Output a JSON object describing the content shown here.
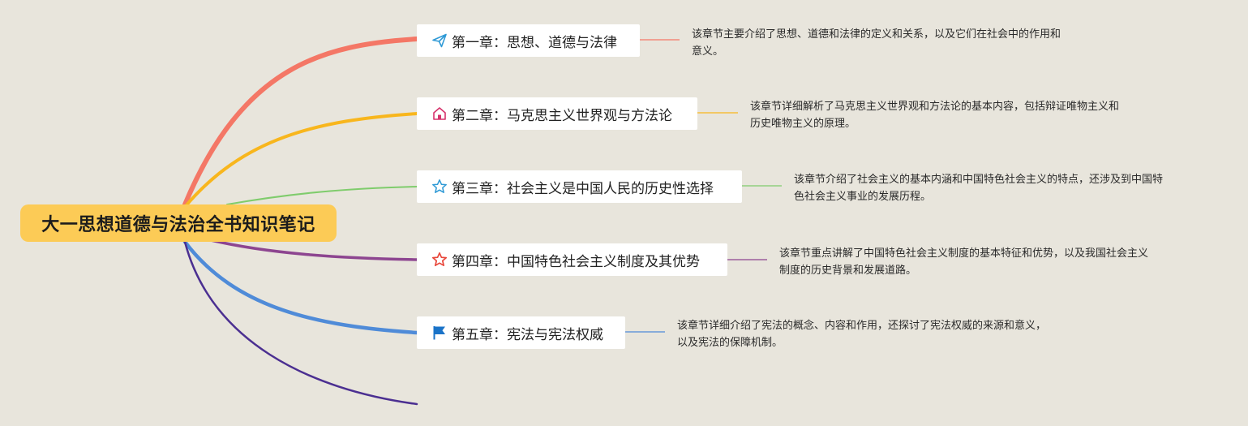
{
  "root": {
    "title": "大一思想道德与法治全书知识笔记",
    "color": "#fccb56"
  },
  "chapters": [
    {
      "title": "第一章：思想、道德与法律",
      "icon": "paper-plane-icon",
      "color": "#f47766",
      "note_lines": [
        "该章节主要介绍了思想、道德和法律的定义和关系，以及它们在社会中的作用和",
        "意义。"
      ]
    },
    {
      "title": "第二章：马克思主义世界观与方法论",
      "icon": "house-icon",
      "color": "#f8b61d",
      "note_lines": [
        "该章节详细解析了马克思主义世界观和方法论的基本内容，包括辩证唯物主义和",
        "历史唯物主义的原理。"
      ]
    },
    {
      "title": "第三章：社会主义是中国人民的历史性选择",
      "icon": "star-outline-icon",
      "color": "#7fcc6c",
      "note_lines": [
        "该章节介绍了社会主义的基本内涵和中国特色社会主义的特点，还涉及到中国特",
        "色社会主义事业的发展历程。"
      ]
    },
    {
      "title": "第四章：中国特色社会主义制度及其优势",
      "icon": "star-red-icon",
      "color": "#8d4590",
      "note_lines": [
        "该章节重点讲解了中国特色社会主义制度的基本特征和优势，以及我国社会主义",
        "制度的历史背景和发展道路。"
      ]
    },
    {
      "title": "第五章：宪法与宪法权威",
      "icon": "flag-icon",
      "color": "#4f8bd8",
      "note_lines": [
        "该章节详细介绍了宪法的概念、内容和作用，还探讨了宪法权威的来源和意义，",
        "以及宪法的保障机制。"
      ]
    }
  ],
  "empty_branch_color": "#4b2f91"
}
